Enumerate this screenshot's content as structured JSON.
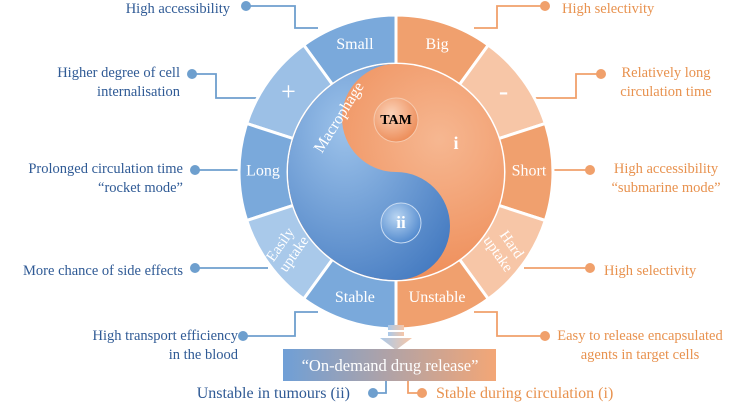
{
  "colors": {
    "blue_text": "#2f5a95",
    "orange_text": "#e8924f",
    "blue_line": "#6e9fce",
    "orange_line": "#f0a06b",
    "seg_blue": [
      "#7aa9db",
      "#9cc0e6",
      "#7aa9db",
      "#a9c9ea",
      "#7aa9db"
    ],
    "seg_orange": [
      "#f0a06e",
      "#f7c6a7",
      "#f0a06e",
      "#f7c6a7",
      "#f0a06e"
    ],
    "yin_blue": "#5b8fd0",
    "yang_orange": "#f08f5c"
  },
  "ring": {
    "left_segments": [
      "Small",
      "+",
      "Long",
      "Easily uptake",
      "Stable"
    ],
    "right_segments": [
      "Big",
      "-",
      "Short",
      "Hard uptake",
      "Unstable"
    ]
  },
  "core": {
    "macrophage": "Macrophage",
    "tam": "TAM",
    "marker_i": "i",
    "marker_ii": "ii"
  },
  "left_labels": [
    "High accessibility",
    "Higher degree of cell",
    "internalisation",
    "Prolonged circulation time",
    "“rocket mode”",
    "More chance of side effects",
    "High transport efficiency",
    "in the blood"
  ],
  "right_labels": [
    "High selectivity",
    "Relatively long",
    "circulation time",
    "High accessibility",
    "“submarine mode”",
    "High selectivity",
    "Easy to release encapsulated",
    "agents in target cells"
  ],
  "release_box": "“On-demand drug release”",
  "bottom": {
    "left": "Unstable in tumours (ii)",
    "right": "Stable during circulation (i)"
  }
}
